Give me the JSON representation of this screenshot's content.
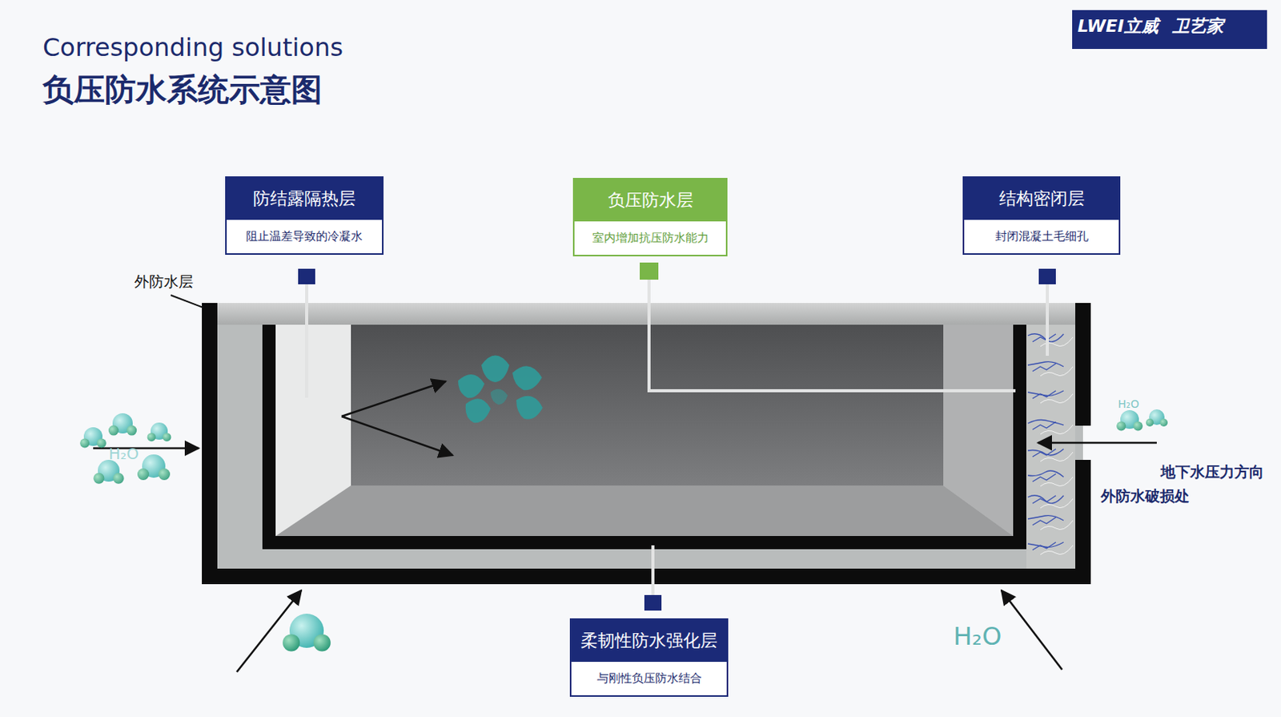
{
  "diagram": {
    "title": "负压防水系统示意图",
    "nodes": [
      {
        "text": [
          "防结露隔热层",
          "阻止温差导致的冷凝水"
        ]
      },
      {
        "text": [
          "负压防水层",
          "室内增加抗压防水能力"
        ]
      },
      {
        "text": [
          "结构密闭层",
          "封闭混凝土毛细孔"
        ]
      },
      {
        "text": [
          "柔韧性防水强化层",
          "与刚性负压防水结合"
        ]
      }
    ],
    "labels": [
      "Corresponding solutions",
      "LWEI立威",
      "卫艺家",
      "外防水层",
      "地下水压力方向",
      "外防水破损处",
      "H₂O",
      "H₂O",
      "H₂O"
    ]
  }
}
